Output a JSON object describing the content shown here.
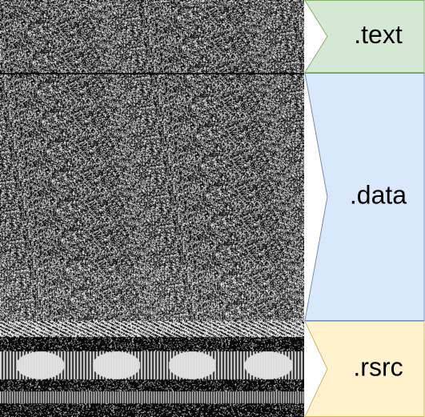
{
  "sections": [
    {
      "key": "text",
      "label": ".text",
      "fill": "#d5e8d4",
      "stroke": "#82b366",
      "start_fraction": 0.0,
      "end_fraction": 0.175
    },
    {
      "key": "data",
      "label": ".data",
      "fill": "#dae8fc",
      "stroke": "#6c8ebf",
      "start_fraction": 0.175,
      "end_fraction": 0.77
    },
    {
      "key": "rsrc",
      "label": ".rsrc",
      "fill": "#fff2cc",
      "stroke": "#d6b656",
      "start_fraction": 0.77,
      "end_fraction": 1.0
    }
  ]
}
